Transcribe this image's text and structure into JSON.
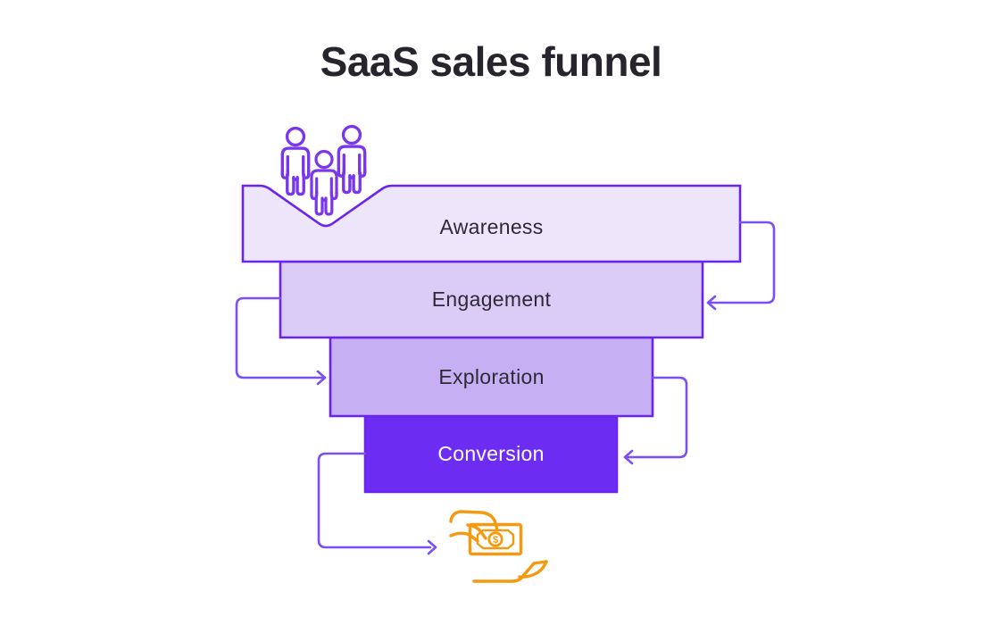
{
  "title": "SaaS sales funnel",
  "funnel": {
    "stages": [
      {
        "label": "Awareness",
        "fill": "#EDE6FB"
      },
      {
        "label": "Engagement",
        "fill": "#DBCCF7"
      },
      {
        "label": "Exploration",
        "fill": "#C6AFF3"
      },
      {
        "label": "Conversion",
        "fill": "#6C2CF2"
      }
    ]
  },
  "colors": {
    "background": "#FFFFFF",
    "stage_border": "#6B24EE",
    "arrow": "#7C4FF2",
    "people_icon": "#7936EC",
    "money_icon": "#F49A10",
    "money_note_fill": "#FDF3E2",
    "title_text": "#28242E",
    "stage_label_dark": "#2D2936",
    "stage_label_light": "#FFFFFF"
  },
  "money": {
    "symbol": "$"
  }
}
